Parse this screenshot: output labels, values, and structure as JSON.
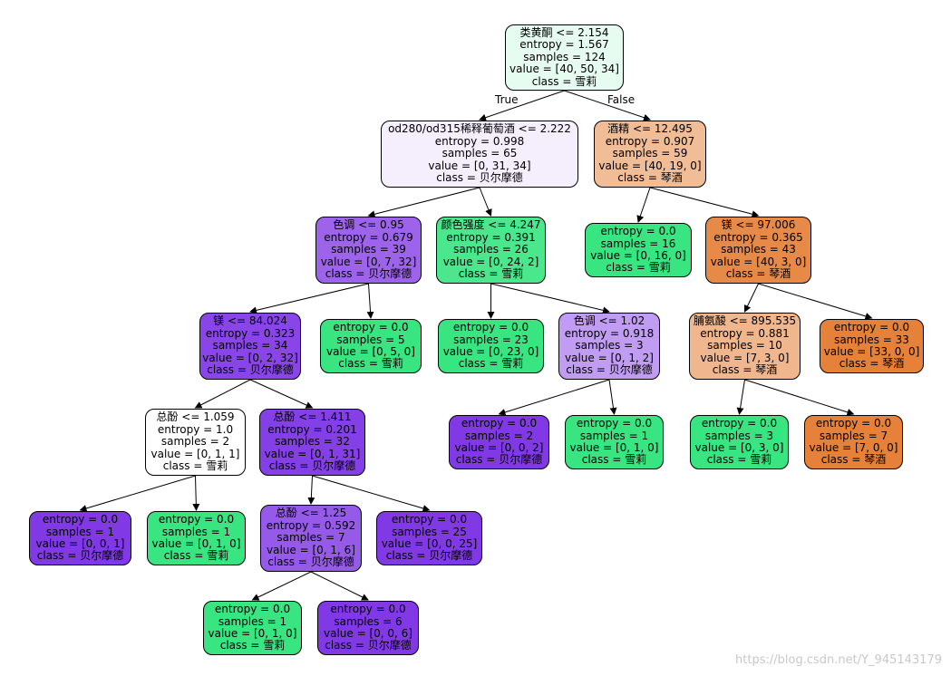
{
  "edge_labels": {
    "true_label": "True",
    "false_label": "False"
  },
  "watermark": "https://blog.csdn.net/Y_945143179",
  "colors": {
    "贝尔摩德": "#8139e5",
    "雪莉": "#39e581",
    "琴酒": "#e58139"
  },
  "classes": [
    "琴酒",
    "雪莉",
    "贝尔摩德"
  ],
  "nodes": [
    {
      "id": "n0",
      "lines": [
        "类黄酮 <= 2.154",
        "entropy = 1.567",
        "samples = 124",
        "value = [40, 50, 34]",
        "class = 雪莉"
      ],
      "value": [
        40,
        50,
        34
      ],
      "class": "雪莉"
    },
    {
      "id": "n1",
      "lines": [
        "od280/od315稀释葡萄酒 <= 2.222",
        "entropy = 0.998",
        "samples = 65",
        "value = [0, 31, 34]",
        "class = 贝尔摩德"
      ],
      "value": [
        0,
        31,
        34
      ],
      "class": "贝尔摩德"
    },
    {
      "id": "n2",
      "lines": [
        "酒精 <= 12.495",
        "entropy = 0.907",
        "samples = 59",
        "value = [40, 19, 0]",
        "class = 琴酒"
      ],
      "value": [
        40,
        19,
        0
      ],
      "class": "琴酒"
    },
    {
      "id": "n3",
      "lines": [
        "色调 <= 0.95",
        "entropy = 0.679",
        "samples = 39",
        "value = [0, 7, 32]",
        "class = 贝尔摩德"
      ],
      "value": [
        0,
        7,
        32
      ],
      "class": "贝尔摩德"
    },
    {
      "id": "n4",
      "lines": [
        "颜色强度 <= 4.247",
        "entropy = 0.391",
        "samples = 26",
        "value = [0, 24, 2]",
        "class = 雪莉"
      ],
      "value": [
        0,
        24,
        2
      ],
      "class": "雪莉"
    },
    {
      "id": "n5",
      "lines": [
        "entropy = 0.0",
        "samples = 16",
        "value = [0, 16, 0]",
        "class = 雪莉"
      ],
      "value": [
        0,
        16,
        0
      ],
      "class": "雪莉"
    },
    {
      "id": "n6",
      "lines": [
        "镁 <= 97.006",
        "entropy = 0.365",
        "samples = 43",
        "value = [40, 3, 0]",
        "class = 琴酒"
      ],
      "value": [
        40,
        3,
        0
      ],
      "class": "琴酒"
    },
    {
      "id": "n7",
      "lines": [
        "镁 <= 84.024",
        "entropy = 0.323",
        "samples = 34",
        "value = [0, 2, 32]",
        "class = 贝尔摩德"
      ],
      "value": [
        0,
        2,
        32
      ],
      "class": "贝尔摩德"
    },
    {
      "id": "n8",
      "lines": [
        "entropy = 0.0",
        "samples = 5",
        "value = [0, 5, 0]",
        "class = 雪莉"
      ],
      "value": [
        0,
        5,
        0
      ],
      "class": "雪莉"
    },
    {
      "id": "n9",
      "lines": [
        "entropy = 0.0",
        "samples = 23",
        "value = [0, 23, 0]",
        "class = 雪莉"
      ],
      "value": [
        0,
        23,
        0
      ],
      "class": "雪莉"
    },
    {
      "id": "n10",
      "lines": [
        "色调 <= 1.02",
        "entropy = 0.918",
        "samples = 3",
        "value = [0, 1, 2]",
        "class = 贝尔摩德"
      ],
      "value": [
        0,
        1,
        2
      ],
      "class": "贝尔摩德"
    },
    {
      "id": "n11",
      "lines": [
        "脯氨酸 <= 895.535",
        "entropy = 0.881",
        "samples = 10",
        "value = [7, 3, 0]",
        "class = 琴酒"
      ],
      "value": [
        7,
        3,
        0
      ],
      "class": "琴酒"
    },
    {
      "id": "n12",
      "lines": [
        "entropy = 0.0",
        "samples = 33",
        "value = [33, 0, 0]",
        "class = 琴酒"
      ],
      "value": [
        33,
        0,
        0
      ],
      "class": "琴酒"
    },
    {
      "id": "n13",
      "lines": [
        "总酚 <= 1.059",
        "entropy = 1.0",
        "samples = 2",
        "value = [0, 1, 1]",
        "class = 雪莉"
      ],
      "value": [
        0,
        1,
        1
      ],
      "class": "雪莉"
    },
    {
      "id": "n14",
      "lines": [
        "总酚 <= 1.411",
        "entropy = 0.201",
        "samples = 32",
        "value = [0, 1, 31]",
        "class = 贝尔摩德"
      ],
      "value": [
        0,
        1,
        31
      ],
      "class": "贝尔摩德"
    },
    {
      "id": "n15",
      "lines": [
        "entropy = 0.0",
        "samples = 2",
        "value = [0, 0, 2]",
        "class = 贝尔摩德"
      ],
      "value": [
        0,
        0,
        2
      ],
      "class": "贝尔摩德"
    },
    {
      "id": "n16",
      "lines": [
        "entropy = 0.0",
        "samples = 1",
        "value = [0, 1, 0]",
        "class = 雪莉"
      ],
      "value": [
        0,
        1,
        0
      ],
      "class": "雪莉"
    },
    {
      "id": "n17",
      "lines": [
        "entropy = 0.0",
        "samples = 3",
        "value = [0, 3, 0]",
        "class = 雪莉"
      ],
      "value": [
        0,
        3,
        0
      ],
      "class": "雪莉"
    },
    {
      "id": "n18",
      "lines": [
        "entropy = 0.0",
        "samples = 7",
        "value = [7, 0, 0]",
        "class = 琴酒"
      ],
      "value": [
        7,
        0,
        0
      ],
      "class": "琴酒"
    },
    {
      "id": "n19",
      "lines": [
        "entropy = 0.0",
        "samples = 1",
        "value = [0, 0, 1]",
        "class = 贝尔摩德"
      ],
      "value": [
        0,
        0,
        1
      ],
      "class": "贝尔摩德"
    },
    {
      "id": "n20",
      "lines": [
        "entropy = 0.0",
        "samples = 1",
        "value = [0, 1, 0]",
        "class = 雪莉"
      ],
      "value": [
        0,
        1,
        0
      ],
      "class": "雪莉"
    },
    {
      "id": "n21",
      "lines": [
        "总酚 <= 1.25",
        "entropy = 0.592",
        "samples = 7",
        "value = [0, 1, 6]",
        "class = 贝尔摩德"
      ],
      "value": [
        0,
        1,
        6
      ],
      "class": "贝尔摩德"
    },
    {
      "id": "n22",
      "lines": [
        "entropy = 0.0",
        "samples = 25",
        "value = [0, 0, 25]",
        "class = 贝尔摩德"
      ],
      "value": [
        0,
        0,
        25
      ],
      "class": "贝尔摩德"
    },
    {
      "id": "n23",
      "lines": [
        "entropy = 0.0",
        "samples = 1",
        "value = [0, 1, 0]",
        "class = 雪莉"
      ],
      "value": [
        0,
        1,
        0
      ],
      "class": "雪莉"
    },
    {
      "id": "n24",
      "lines": [
        "entropy = 0.0",
        "samples = 6",
        "value = [0, 0, 6]",
        "class = 贝尔摩德"
      ],
      "value": [
        0,
        0,
        6
      ],
      "class": "贝尔摩德"
    }
  ],
  "edges": [
    [
      "n0",
      "n1"
    ],
    [
      "n0",
      "n2"
    ],
    [
      "n1",
      "n3"
    ],
    [
      "n1",
      "n4"
    ],
    [
      "n2",
      "n5"
    ],
    [
      "n2",
      "n6"
    ],
    [
      "n3",
      "n7"
    ],
    [
      "n3",
      "n8"
    ],
    [
      "n4",
      "n9"
    ],
    [
      "n4",
      "n10"
    ],
    [
      "n6",
      "n11"
    ],
    [
      "n6",
      "n12"
    ],
    [
      "n7",
      "n13"
    ],
    [
      "n7",
      "n14"
    ],
    [
      "n10",
      "n15"
    ],
    [
      "n10",
      "n16"
    ],
    [
      "n11",
      "n17"
    ],
    [
      "n11",
      "n18"
    ],
    [
      "n13",
      "n19"
    ],
    [
      "n13",
      "n20"
    ],
    [
      "n14",
      "n21"
    ],
    [
      "n14",
      "n22"
    ],
    [
      "n21",
      "n23"
    ],
    [
      "n21",
      "n24"
    ]
  ]
}
